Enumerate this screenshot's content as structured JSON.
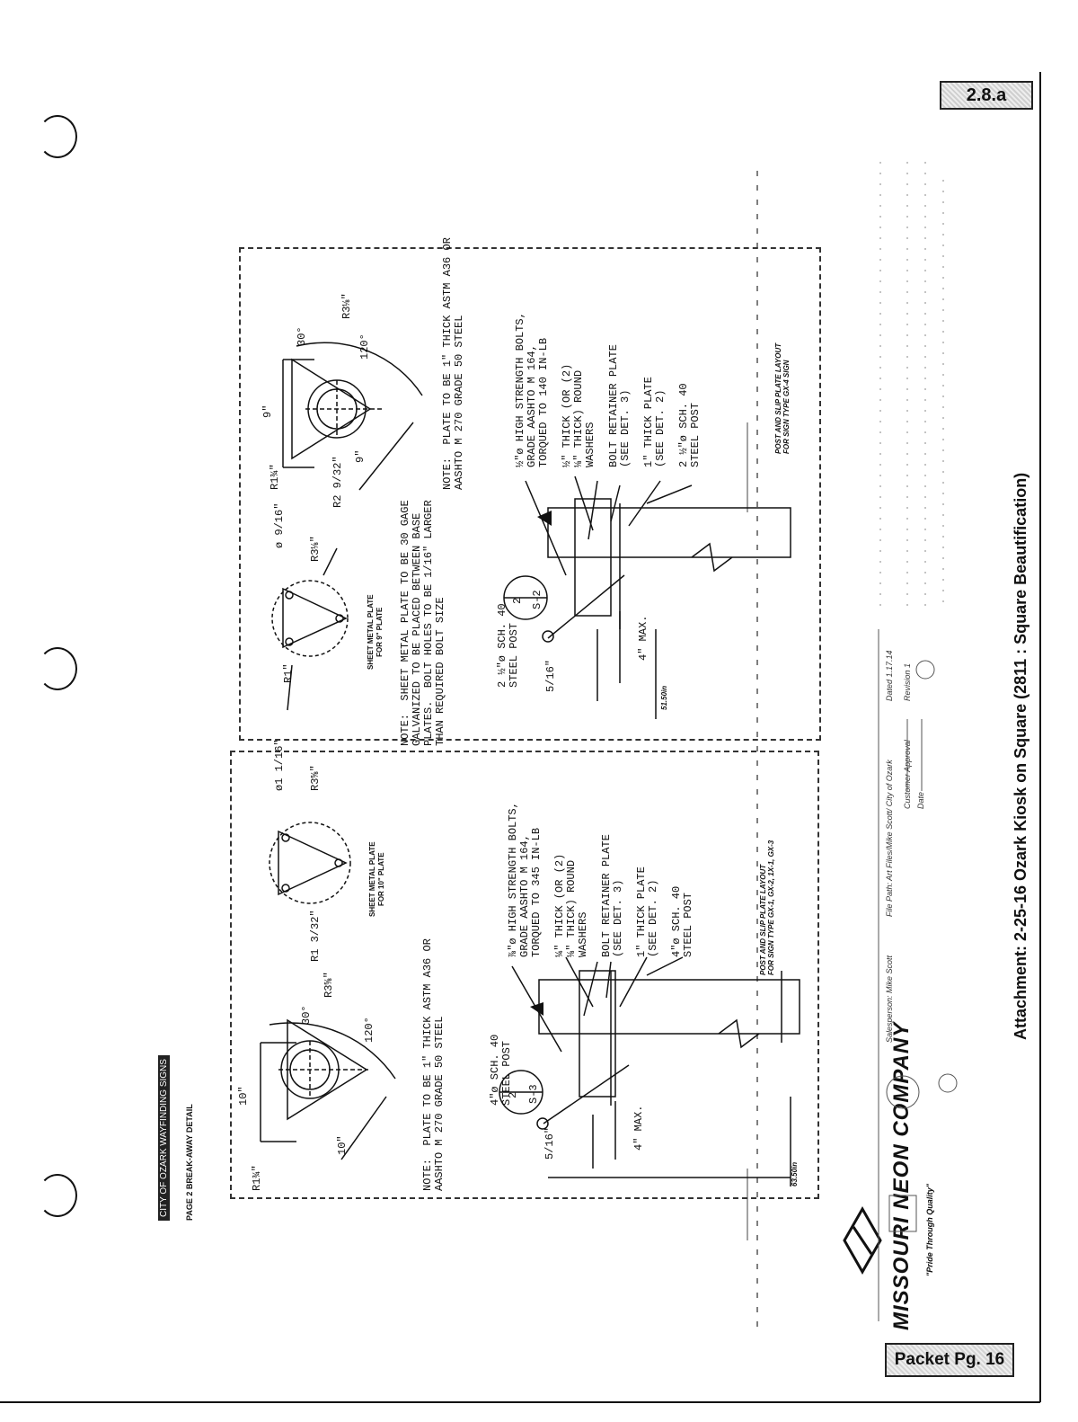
{
  "badge_top": "2.8.a",
  "packet_label": "Packet Pg. 16",
  "attachment_title": "Attachment: 2-25-16 Ozark Kiosk on Square  (2811 : Square Beautification)",
  "header": {
    "project": "CITY OF OZARK  WAYFINDING SIGNS",
    "page": "PAGE 2    BREAK-AWAY DETAIL"
  },
  "left_detail": {
    "plate_note": "NOTE:  PLATE TO BE 1\" THICK ASTM A36 OR\nAASHTO M 270 GRADE 50 STEEL",
    "dims": {
      "top": "10\"",
      "side": "10\"",
      "angle1": "30°",
      "angle2": "120°",
      "r1": "R3⅝\"",
      "r2": "R1¾\"",
      "r3": "R1 3/32\""
    },
    "sheet_label": "SHEET METAL PLATE\nFOR 10\" PLATE",
    "sheet_dims": {
      "dia": "ø1 1/16\"",
      "r": "R3⅝\""
    },
    "callouts": "⅞\"ø HIGH STRENGTH BOLTS,\nGRADE AASHTO M 164,\nTORQUED TO 345 IN-LB\n\n¼\" THICK (OR (2)\n⅛\" THICK) ROUND\nWASHERS\n\nBOLT RETAINER PLATE\n(SEE DET. 3)\n\n1\" THICK PLATE\n(SEE DET. 2)\n\n4\"ø SCH. 40\nSTEEL POST",
    "post_label": "4\"ø SCH. 40\nSTEEL POST",
    "bubble": {
      "num": "2",
      "ref": "S-3"
    },
    "bolt": "5/16\"",
    "max": "4\" MAX.",
    "height": "63.50in",
    "layout_caption": "POST AND SLIP PLATE LAYOUT\nFOR SIGN TYPE GX-1, GX-2, 1X-1, GX-3"
  },
  "right_detail": {
    "plate_note": "NOTE:  PLATE TO BE 1\" THICK ASTM A36 OR\nAASHTO M 270 GRADE 50 STEEL",
    "dims": {
      "top": "9\"",
      "side": "9\"",
      "angle1": "30°",
      "angle2": "120°",
      "r1": "R3⅛\"",
      "r2": "R1¾\"",
      "r3": "R2 9/32\""
    },
    "sheet_label": "SHEET METAL PLATE\nFOR 9\" PLATE",
    "sheet_dims": {
      "dia": "ø 9/16\"",
      "r": "R3⅛\"",
      "r1": "R1\""
    },
    "sheet_note": "NOTE:  SHEET METAL PLATE TO BE 30 GAGE\nGALVANIZED TO BE PLACED BETWEEN BASE\nPLATES.  BOLT HOLES TO BE 1/16\" LARGER\nTHAN REQUIRED BOLT SIZE",
    "callouts": "½\"ø HIGH STRENGTH BOLTS,\nGRADE AASHTO M 164,\nTORQUED TO 140 IN-LB\n\n½\" THICK (OR (2)\n⅛\" THICK) ROUND\nWASHERS\n\nBOLT RETAINER PLATE\n(SEE DET. 3)\n\n1\" THICK PLATE\n(SEE DET. 2)\n\n2 ½\"ø SCH. 40\nSTEEL POST",
    "post_label": "2 ½\"ø SCH. 40\nSTEEL POST",
    "bubble": {
      "num": "2",
      "ref": "S-2"
    },
    "bolt": "5/16\"",
    "max": "4\" MAX.",
    "height": "51.50in",
    "layout_caption": "POST AND SLIP PLATE LAYOUT\nFOR SIGN TYPE GX-4 SIGN"
  },
  "company": {
    "name": "MISSOURI NEON COMPANY",
    "tagline": "\"Pride Through Quality\"",
    "salesperson": "Salesperson: Mike Scott",
    "file_path": "File Path: Art Files/Mike Scott/ City of Ozark",
    "dated": "Dated 1.17.14",
    "revision": "Revision 1",
    "customer_approval": "Customer Approval",
    "date": "Date"
  }
}
